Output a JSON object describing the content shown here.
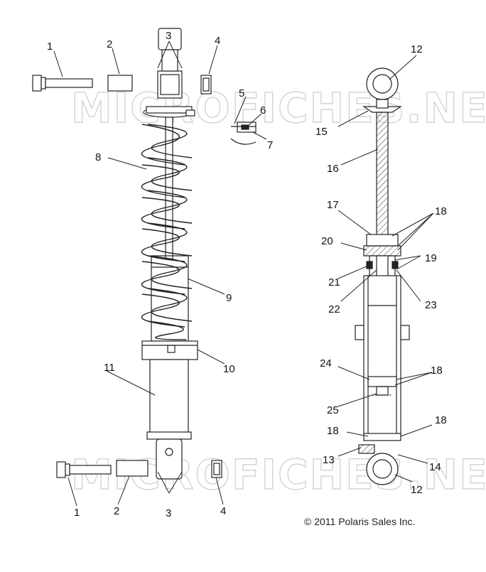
{
  "watermark": "MICROFICHES.NET",
  "copyright": "© 2011 Polaris Sales Inc.",
  "callouts": {
    "c1_top": "1",
    "c2_top": "2",
    "c3_top": "3",
    "c4_top": "4",
    "c5": "5",
    "c6": "6",
    "c7": "7",
    "c8": "8",
    "c9": "9",
    "c10": "10",
    "c11": "11",
    "c1_bot": "1",
    "c2_bot": "2",
    "c3_bot": "3",
    "c4_bot": "4",
    "c12_top": "12",
    "c15": "15",
    "c16": "16",
    "c17": "17",
    "c18_a": "18",
    "c20": "20",
    "c19": "19",
    "c21": "21",
    "c22": "22",
    "c23": "23",
    "c24": "24",
    "c18_b": "18",
    "c25": "25",
    "c18_c": "18",
    "c18_d": "18",
    "c13": "13",
    "c14": "14",
    "c12_bot": "12"
  }
}
